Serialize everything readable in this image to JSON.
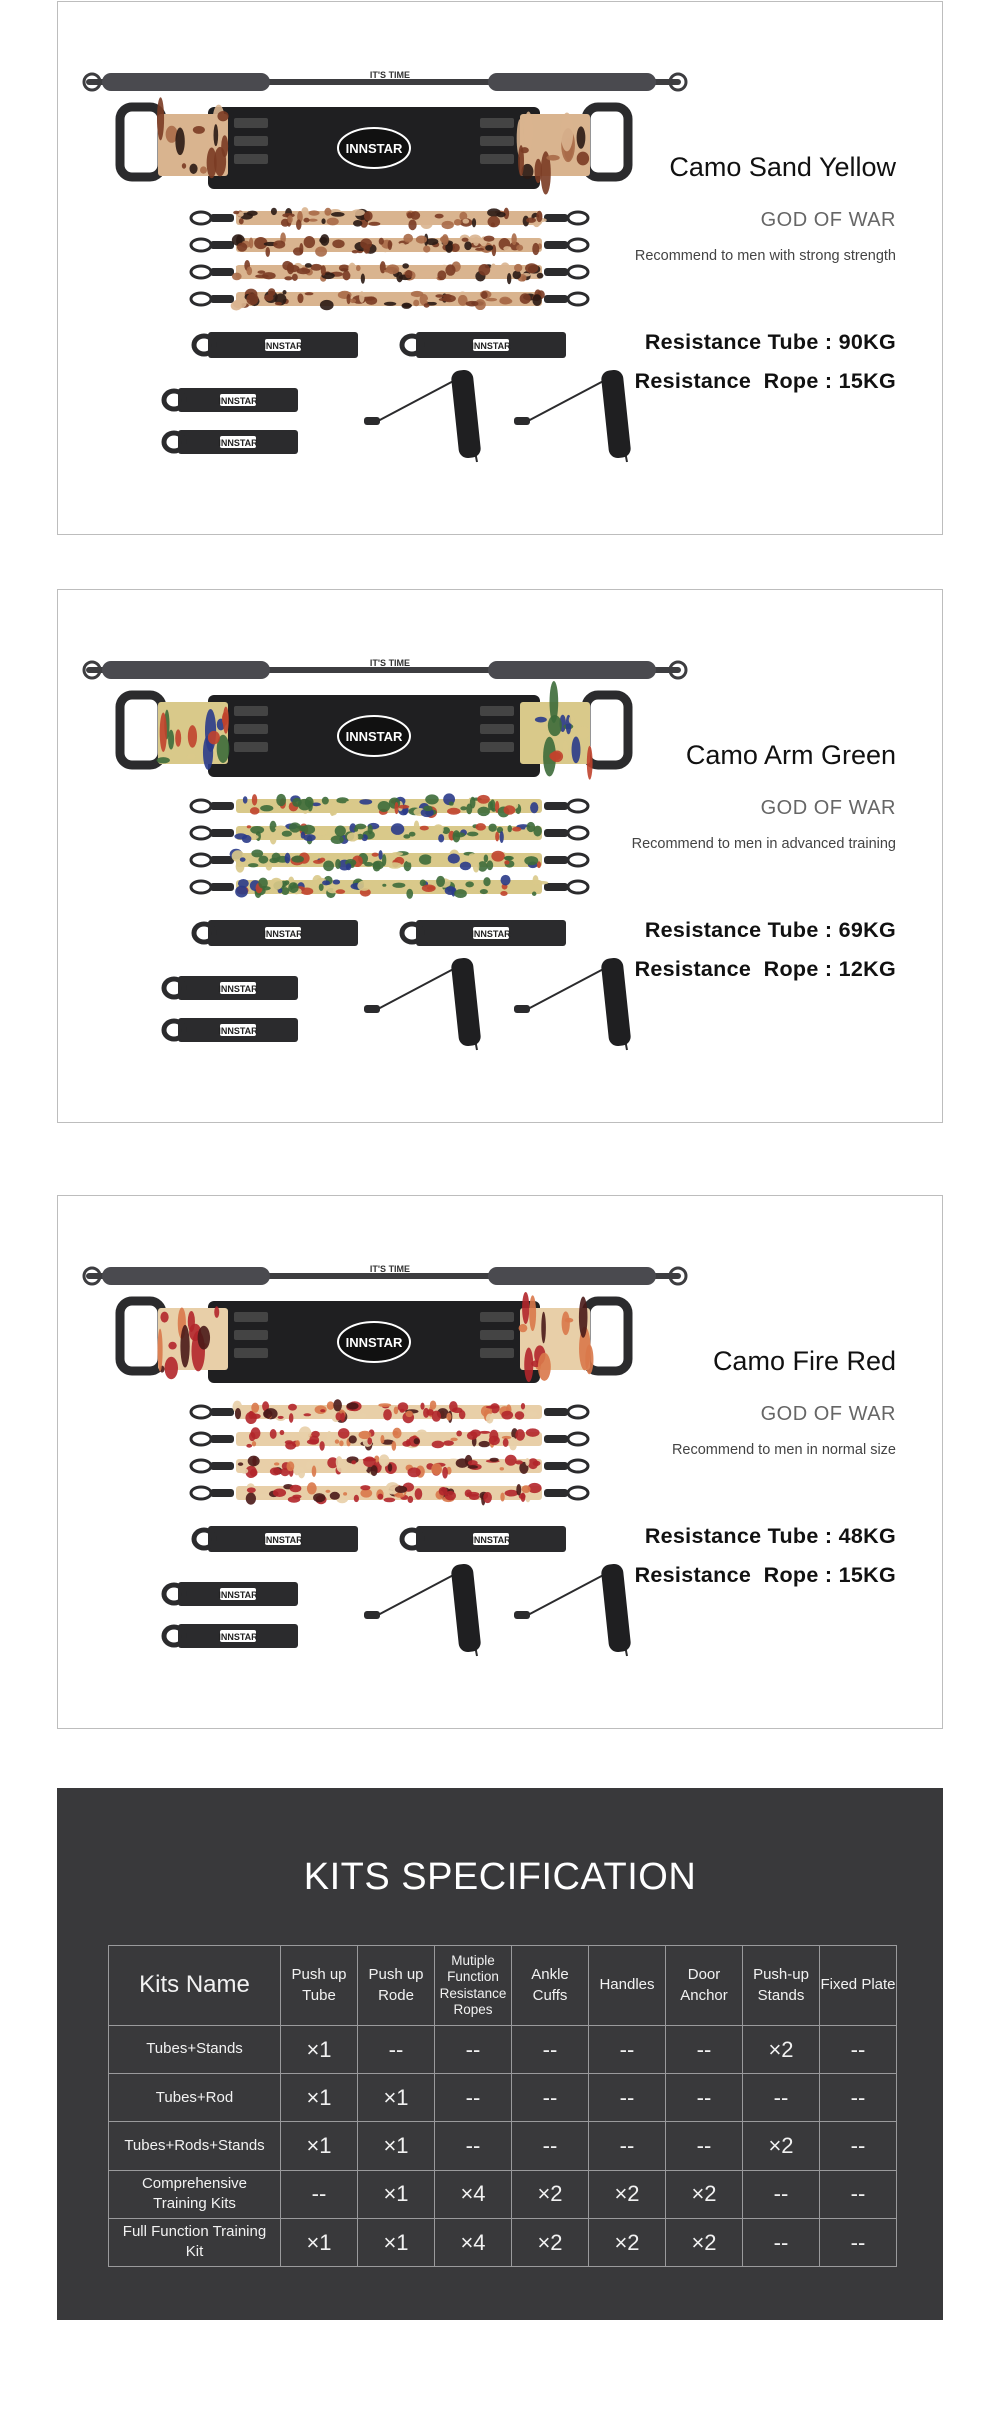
{
  "brand": {
    "logo_text": "INNSTAR",
    "bar_text": "IT'S TIME"
  },
  "products": [
    {
      "color_name": "Camo Sand Yellow",
      "series": "GOD OF WAR",
      "recommendation": "Recommend to men with strong strength",
      "tube_spec": "Resistance Tube : 90KG",
      "rope_spec": "Resistance  Rope : 15KG",
      "camo_colors": [
        "#7a3b24",
        "#d9b48f",
        "#2a1a14",
        "#a86a48"
      ]
    },
    {
      "color_name": "Camo Arm Green",
      "series": "GOD OF WAR",
      "recommendation": "Recommend to men in advanced training",
      "tube_spec": "Resistance Tube : 69KG",
      "rope_spec": "Resistance  Rope : 12KG",
      "camo_colors": [
        "#3d6b3a",
        "#d9c98a",
        "#c0422c",
        "#2a3b8a"
      ]
    },
    {
      "color_name": "Camo Fire Red",
      "series": "GOD OF WAR",
      "recommendation": "Recommend to men in normal size",
      "tube_spec": "Resistance Tube : 48KG",
      "rope_spec": "Resistance  Rope : 15KG",
      "camo_colors": [
        "#b3262b",
        "#e8cfa8",
        "#4a1a18",
        "#d9784a"
      ]
    }
  ],
  "kits": {
    "title": "KITS SPECIFICATION",
    "headers": [
      "Kits Name",
      "Push up Tube",
      "Push up Rode",
      "Mutiple Function Resistance Ropes",
      "Ankle Cuffs",
      "Handles",
      "Door Anchor",
      "Push-up Stands",
      "Fixed Plate"
    ],
    "rows": [
      {
        "name": "Tubes+Stands",
        "values": [
          "×1",
          "--",
          "--",
          "--",
          "--",
          "--",
          "×2",
          "--"
        ]
      },
      {
        "name": "Tubes+Rod",
        "values": [
          "×1",
          "×1",
          "--",
          "--",
          "--",
          "--",
          "--",
          "--"
        ]
      },
      {
        "name": "Tubes+Rods+Stands",
        "values": [
          "×1",
          "×1",
          "--",
          "--",
          "--",
          "--",
          "×2",
          "--"
        ]
      },
      {
        "name": "Comprehensive Training Kits",
        "values": [
          "--",
          "×1",
          "×4",
          "×2",
          "×2",
          "×2",
          "--",
          "--"
        ]
      },
      {
        "name": "Full Function Training Kit",
        "values": [
          "×1",
          "×1",
          "×4",
          "×2",
          "×2",
          "×2",
          "--",
          "--"
        ]
      }
    ]
  }
}
